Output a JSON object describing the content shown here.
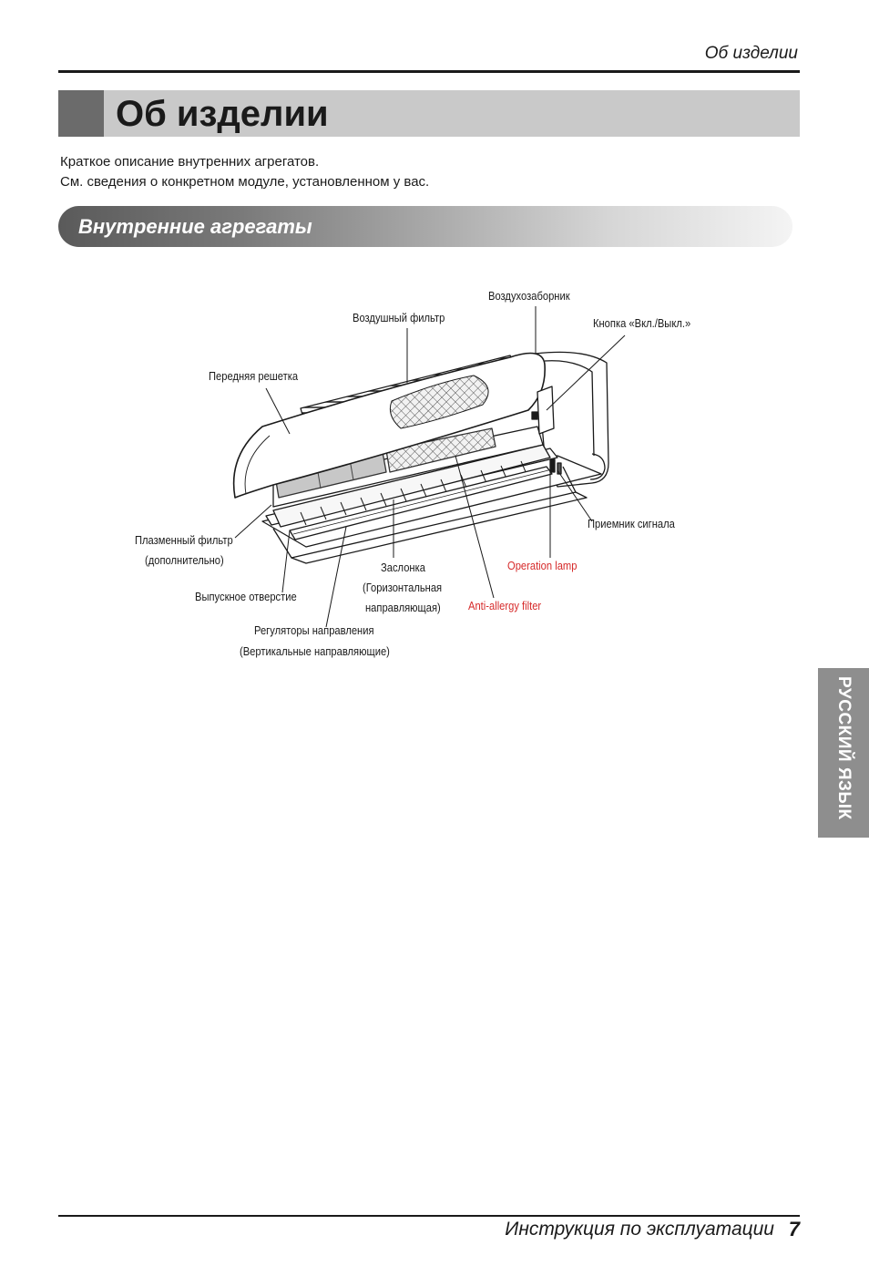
{
  "header": {
    "running_title": "Об изделии"
  },
  "page_title": "Об изделии",
  "intro": {
    "line1": "Краткое описание внутренних агрегатов.",
    "line2": "См. сведения о конкретном модуле, установленном у вас."
  },
  "section_title": "Внутренние агрегаты",
  "diagram": {
    "labels": {
      "air_inlet": "Воздухозаборник",
      "air_filter": "Воздушный фильтр",
      "on_off_button": "Кнопка «Вкл./Выкл.»",
      "front_grille": "Передняя решетка",
      "signal_receiver": "Приемник сигнала",
      "plasma_filter_1": "Плазменный фильтр",
      "plasma_filter_2": "(дополнительно)",
      "flap_1": "Заслонка",
      "flap_2": "(Горизонтальная",
      "flap_3": "направляющая)",
      "operation_lamp": "Operation lamp",
      "air_outlet": "Выпускное отверстие",
      "anti_allergy_filter": "Anti-allergy filter",
      "louver_1": "Регуляторы направления",
      "louver_2": "(Вертикальные направляющие)"
    },
    "colors": {
      "highlight_label": "#d62a2a"
    }
  },
  "side_tab": "РУССКИЙ ЯЗЫК",
  "footer": {
    "text": "Инструкция по эксплуатации",
    "page_number": "7"
  }
}
